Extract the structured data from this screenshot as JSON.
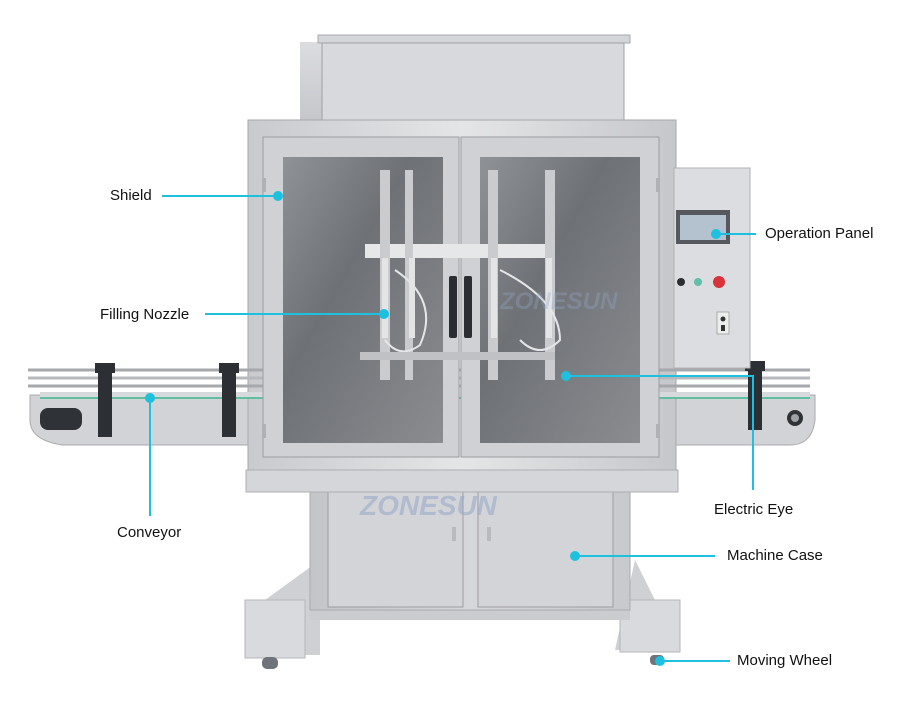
{
  "image": {
    "subject": "Automatic liquid filling machine with conveyor",
    "brand_watermark": "ZONESUN",
    "background": "#ffffff",
    "callout_color": "#1ec0e0"
  },
  "callouts": [
    {
      "id": "shield",
      "label": "Shield"
    },
    {
      "id": "operation-panel",
      "label": "Operation Panel"
    },
    {
      "id": "filling-nozzle",
      "label": "Filling Nozzle"
    },
    {
      "id": "conveyor",
      "label": "Conveyor"
    },
    {
      "id": "electric-eye",
      "label": "Electric Eye"
    },
    {
      "id": "machine-case",
      "label": "Machine Case"
    },
    {
      "id": "moving-wheel",
      "label": "Moving Wheel"
    }
  ]
}
